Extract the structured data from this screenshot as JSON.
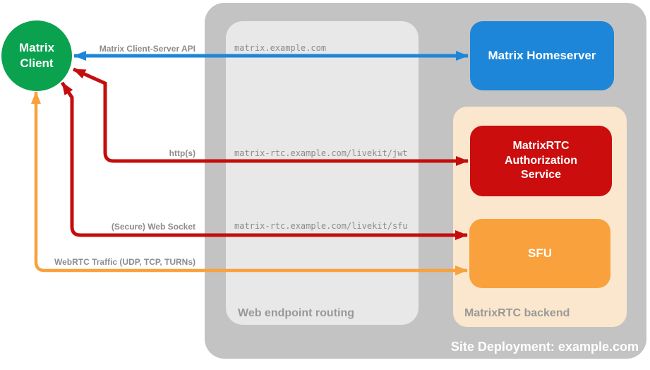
{
  "colors": {
    "site_container": "#c3c3c3",
    "routing_box": "#e8e8e8",
    "backend_box": "#fbe7cd",
    "homeserver_blue": "#1d86d8",
    "auth_red": "#cb0d0d",
    "sfu_orange": "#f9a13c",
    "client_green": "#0aa24e",
    "blue_arrow": "#1d86d8",
    "red_arrow": "#c40d0d",
    "orange_arrow": "#f9a13c",
    "label_gray": "#8c8c8c",
    "caption_gray": "#999999"
  },
  "client": {
    "label": "Matrix Client"
  },
  "homeserver": {
    "label": "Matrix Homeserver"
  },
  "auth_service": {
    "label": "MatrixRTC Authorization Service"
  },
  "sfu": {
    "label": "SFU"
  },
  "routing": {
    "caption": "Web endpoint routing",
    "urls": [
      "matrix.example.com",
      "matrix-rtc.example.com/livekit/jwt",
      "matrix-rtc.example.com/livekit/sfu"
    ]
  },
  "backend": {
    "caption": "MatrixRTC backend"
  },
  "deployment": {
    "caption": "Site Deployment: example.com"
  },
  "connections": {
    "client_server_api": {
      "label": "Matrix Client-Server API"
    },
    "http": {
      "label": "http(s)"
    },
    "websocket": {
      "label": "(Secure) Web Socket"
    },
    "webrtc": {
      "label": "WebRTC Traffic (UDP, TCP, TURNs)"
    }
  }
}
